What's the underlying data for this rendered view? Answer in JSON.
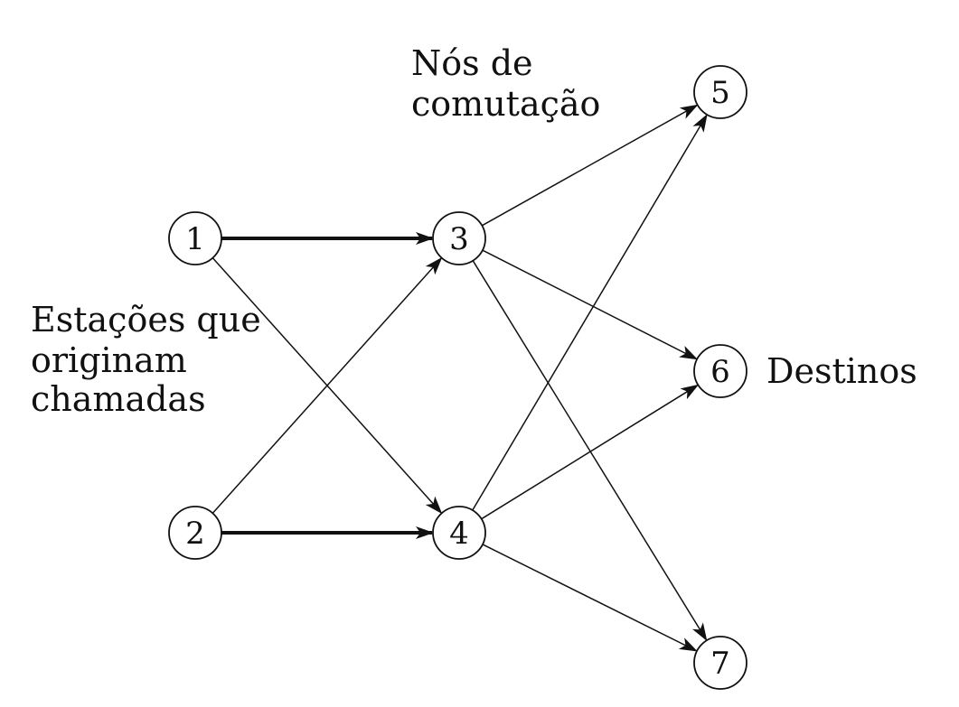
{
  "captions": {
    "switching_nodes": [
      "Nós de",
      "comutação"
    ],
    "origin_stations": [
      "Estações que",
      "originam",
      "chamadas"
    ],
    "destinations": "Destinos"
  },
  "nodes": [
    {
      "id": "1",
      "label": "1",
      "role": "origin"
    },
    {
      "id": "2",
      "label": "2",
      "role": "origin"
    },
    {
      "id": "3",
      "label": "3",
      "role": "switching"
    },
    {
      "id": "4",
      "label": "4",
      "role": "switching"
    },
    {
      "id": "5",
      "label": "5",
      "role": "destination"
    },
    {
      "id": "6",
      "label": "6",
      "role": "destination"
    },
    {
      "id": "7",
      "label": "7",
      "role": "destination"
    }
  ],
  "edges": [
    {
      "from": "1",
      "to": "3",
      "bold": true
    },
    {
      "from": "1",
      "to": "4",
      "bold": false
    },
    {
      "from": "2",
      "to": "3",
      "bold": false
    },
    {
      "from": "2",
      "to": "4",
      "bold": true
    },
    {
      "from": "3",
      "to": "5",
      "bold": false
    },
    {
      "from": "3",
      "to": "6",
      "bold": false
    },
    {
      "from": "3",
      "to": "7",
      "bold": false
    },
    {
      "from": "4",
      "to": "5",
      "bold": false
    },
    {
      "from": "4",
      "to": "6",
      "bold": false
    },
    {
      "from": "4",
      "to": "7",
      "bold": false
    }
  ]
}
